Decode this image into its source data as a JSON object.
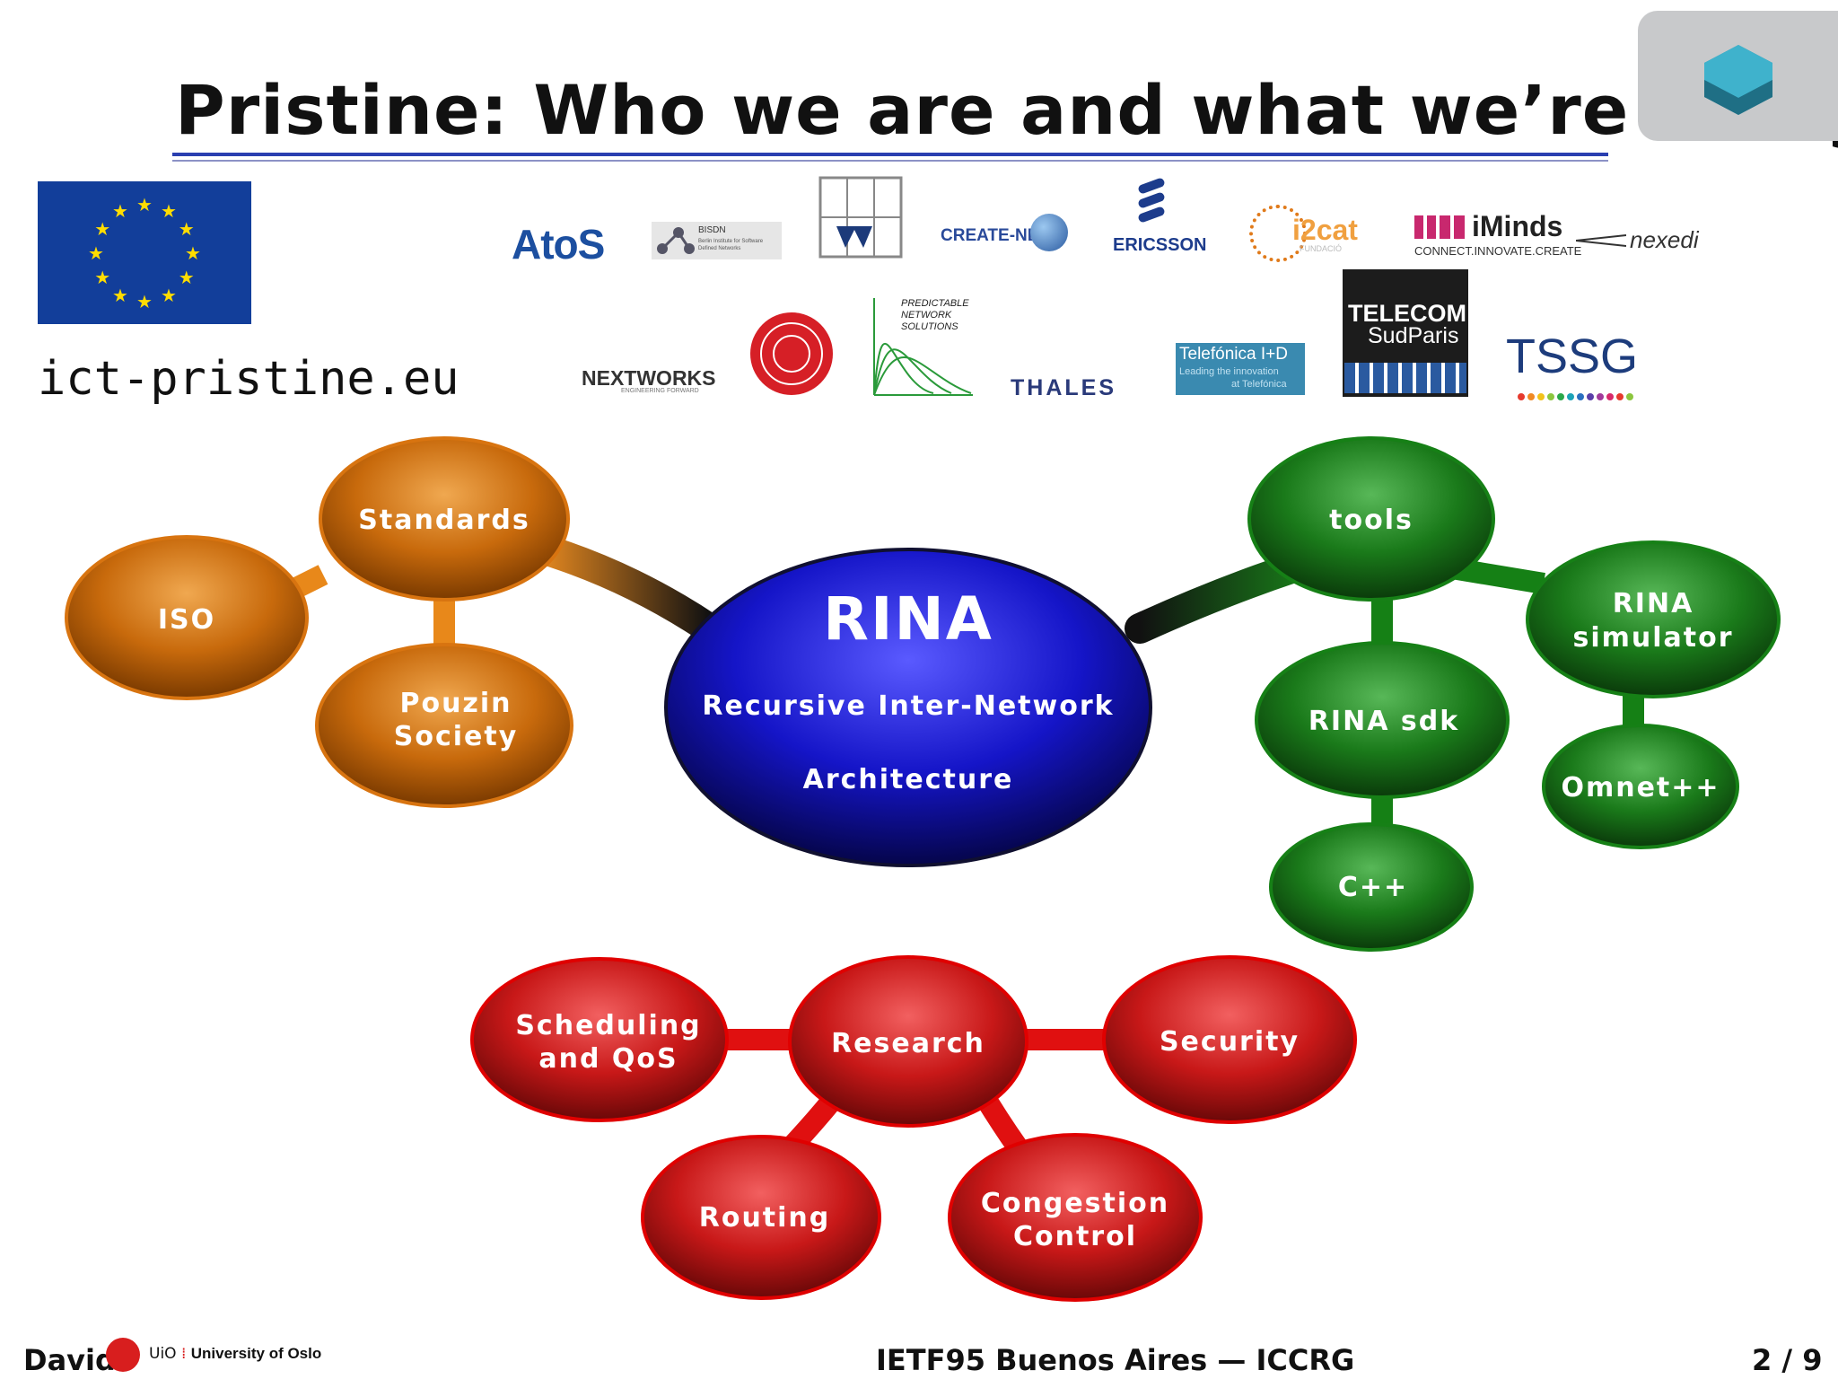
{
  "slide": {
    "title": "Pristine: Who we are and what we’re doing",
    "url": "ict-pristine.eu"
  },
  "partners": {
    "row1": [
      "AtoS",
      "BISDN",
      "Berlin Institute for Software Defined Networks",
      "CREATE-NET",
      "ERICSSON",
      "i2cat",
      "FUNDACIÓ",
      "iMinds",
      "CONNECT.INNOVATE.CREATE",
      "nexedi"
    ],
    "row2": [
      "NEXTWORKS",
      "ENGINEERING FORWARD",
      "PREDICTABLE",
      "NETWORK",
      "SOLUTIONS",
      "THALES",
      "Telefónica I+D",
      "Leading the innovation",
      "at Telefónica",
      "TELECOM",
      "SudParis",
      "TSSG"
    ]
  },
  "mindmap": {
    "center": {
      "title": "RINA",
      "line1": "Recursive Inter-Network",
      "line2": "Architecture"
    },
    "standards": {
      "label": "Standards",
      "iso": "ISO",
      "pouzin_1": "Pouzin",
      "pouzin_2": "Society"
    },
    "tools": {
      "label": "tools",
      "sim_1": "RINA",
      "sim_2": "simulator",
      "sdk": "RINA sdk",
      "omnet": "Omnet++",
      "cpp": "C++"
    },
    "research": {
      "label": "Research",
      "sched_1": "Scheduling",
      "sched_2": "and QoS",
      "security": "Security",
      "routing": "Routing",
      "cong_1": "Congestion",
      "cong_2": "Control"
    }
  },
  "footer": {
    "author": "David",
    "uio_abbr": "UiO",
    "uio_name": "University of Oslo",
    "event": "IETF95 Buenos Aires — ICCRG",
    "page": "2 / 9"
  },
  "colors": {
    "rule": "#2a3fb0",
    "orange": "#d27a14",
    "green": "#1a7a1a",
    "red": "#c81818",
    "blue": "#1515c8"
  }
}
